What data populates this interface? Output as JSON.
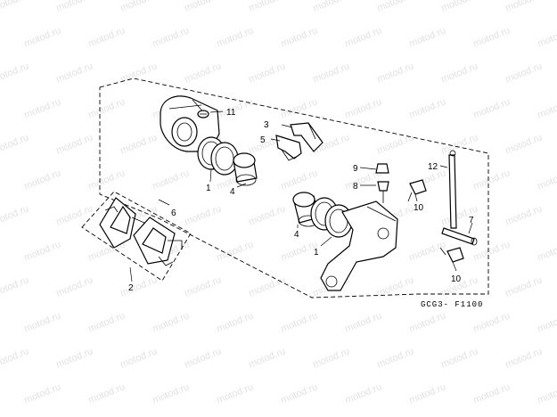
{
  "watermark": "motod.ru",
  "diagram_code": "GCG3- F1100",
  "callouts": {
    "c1_upper": "1",
    "c1_lower": "1",
    "c2": "2",
    "c3": "3",
    "c4_upper": "4",
    "c4_lower": "4",
    "c5": "5",
    "c6": "6",
    "c7": "7",
    "c8": "8",
    "c9": "9",
    "c10_upper": "10",
    "c10_lower": "10",
    "c11": "11",
    "c12": "12"
  }
}
